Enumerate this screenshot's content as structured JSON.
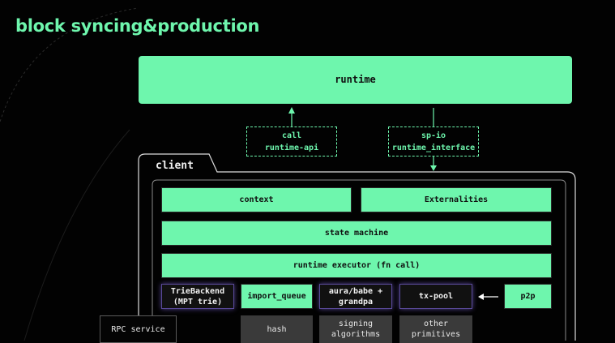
{
  "title": "block syncing&production",
  "runtime": {
    "label": "runtime"
  },
  "interfaces": {
    "call_label": "call",
    "call_sub": "runtime-api",
    "io_label": "sp-io",
    "io_sub": "runtime_interface"
  },
  "client": {
    "label": "client",
    "context": "context",
    "externalities": "Externalities",
    "state_machine": "state machine",
    "runtime_executor": "runtime executor (fn call)"
  },
  "components": {
    "trie_backend_line1": "TrieBackend",
    "trie_backend_line2": "(MPT trie)",
    "import_queue": "import_queue",
    "consensus_line1": "aura/babe +",
    "consensus_line2": "grandpa",
    "tx_pool": "tx-pool",
    "p2p": "p2p"
  },
  "bottom": {
    "rpc_service": "RPC service",
    "hash": "hash",
    "signing_line1": "signing",
    "signing_line2": "algorithms",
    "other_line1": "other",
    "other_line2": "primitives"
  },
  "colors": {
    "accent": "#6ef6ad",
    "background": "#020202",
    "glow": "#8a6cff"
  }
}
